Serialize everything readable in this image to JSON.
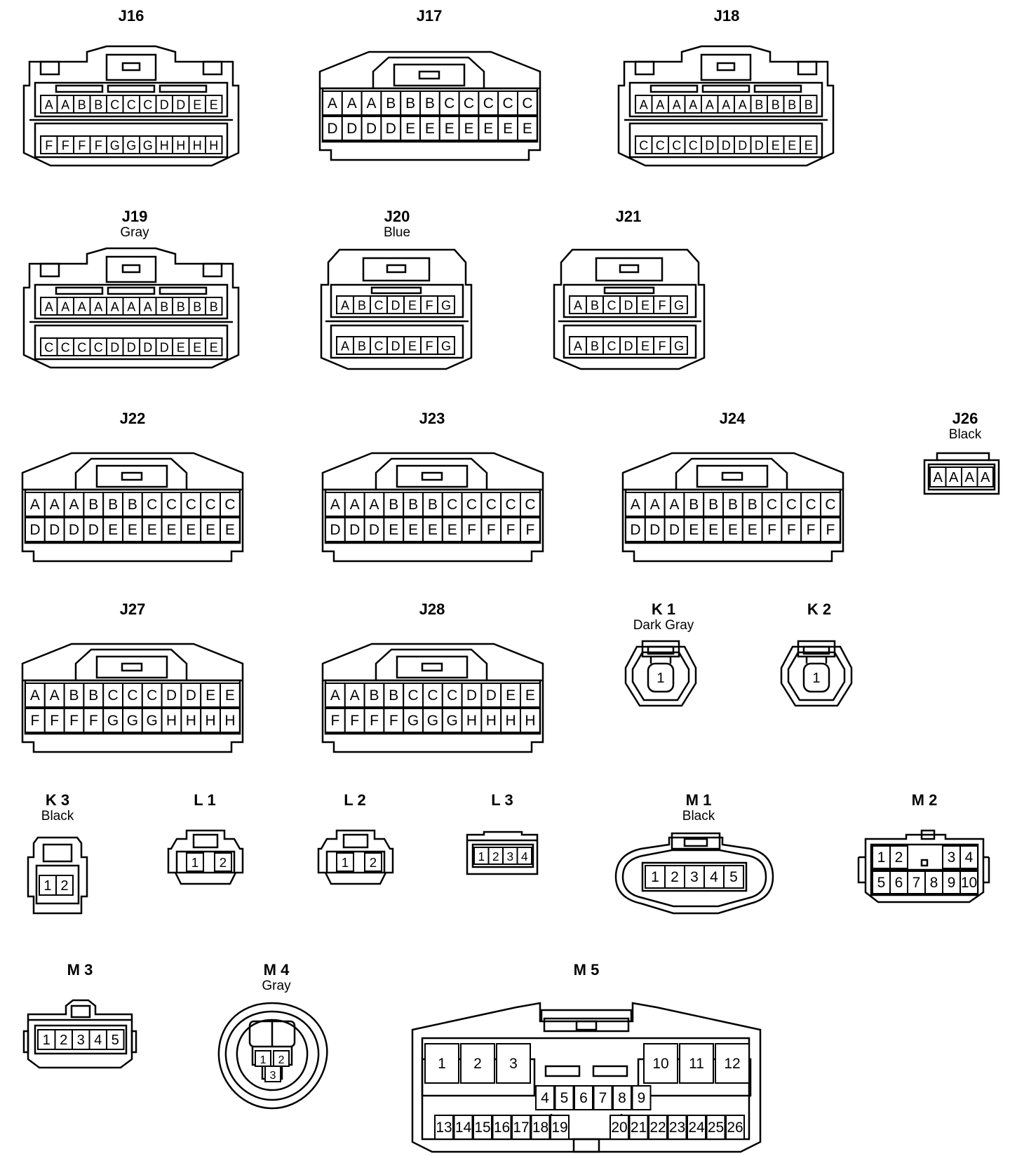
{
  "connectors": {
    "j16": {
      "id": "J16",
      "color": "",
      "rows": [
        [
          "A",
          "A",
          "B",
          "B",
          "C",
          "C",
          "C",
          "D",
          "D",
          "E",
          "E"
        ],
        [
          "F",
          "F",
          "F",
          "F",
          "G",
          "G",
          "G",
          "H",
          "H",
          "H",
          "H"
        ]
      ]
    },
    "j17": {
      "id": "J17",
      "color": "",
      "rows": [
        [
          "A",
          "A",
          "A",
          "B",
          "B",
          "B",
          "C",
          "C",
          "C",
          "C",
          "C"
        ],
        [
          "D",
          "D",
          "D",
          "D",
          "E",
          "E",
          "E",
          "E",
          "E",
          "E",
          "E"
        ]
      ]
    },
    "j18": {
      "id": "J18",
      "color": "",
      "rows": [
        [
          "A",
          "A",
          "A",
          "A",
          "A",
          "A",
          "A",
          "B",
          "B",
          "B",
          "B"
        ],
        [
          "C",
          "C",
          "C",
          "C",
          "D",
          "D",
          "D",
          "D",
          "E",
          "E",
          "E"
        ]
      ]
    },
    "j19": {
      "id": "J19",
      "color": "Gray",
      "rows": [
        [
          "A",
          "A",
          "A",
          "A",
          "A",
          "A",
          "A",
          "B",
          "B",
          "B",
          "B"
        ],
        [
          "C",
          "C",
          "C",
          "C",
          "D",
          "D",
          "D",
          "D",
          "E",
          "E",
          "E"
        ]
      ]
    },
    "j20": {
      "id": "J20",
      "color": "Blue",
      "rows": [
        [
          "A",
          "B",
          "C",
          "D",
          "E",
          "F",
          "G"
        ],
        [
          "A",
          "B",
          "C",
          "D",
          "E",
          "F",
          "G"
        ]
      ]
    },
    "j21": {
      "id": "J21",
      "color": "",
      "rows": [
        [
          "A",
          "B",
          "C",
          "D",
          "E",
          "F",
          "G"
        ],
        [
          "A",
          "B",
          "C",
          "D",
          "E",
          "F",
          "G"
        ]
      ]
    },
    "j22": {
      "id": "J22",
      "color": "",
      "rows": [
        [
          "A",
          "A",
          "A",
          "B",
          "B",
          "B",
          "C",
          "C",
          "C",
          "C",
          "C"
        ],
        [
          "D",
          "D",
          "D",
          "D",
          "E",
          "E",
          "E",
          "E",
          "E",
          "E",
          "E"
        ]
      ]
    },
    "j23": {
      "id": "J23",
      "color": "",
      "rows": [
        [
          "A",
          "A",
          "A",
          "B",
          "B",
          "B",
          "C",
          "C",
          "C",
          "C",
          "C"
        ],
        [
          "D",
          "D",
          "D",
          "E",
          "E",
          "E",
          "E",
          "F",
          "F",
          "F",
          "F"
        ]
      ]
    },
    "j24": {
      "id": "J24",
      "color": "",
      "rows": [
        [
          "A",
          "A",
          "A",
          "B",
          "B",
          "B",
          "B",
          "C",
          "C",
          "C",
          "C"
        ],
        [
          "D",
          "D",
          "D",
          "E",
          "E",
          "E",
          "E",
          "F",
          "F",
          "F",
          "F"
        ]
      ]
    },
    "j26": {
      "id": "J26",
      "color": "Black",
      "rows": [
        [
          "A",
          "A",
          "A",
          "A"
        ]
      ]
    },
    "j27": {
      "id": "J27",
      "color": "",
      "rows": [
        [
          "A",
          "A",
          "B",
          "B",
          "C",
          "C",
          "C",
          "D",
          "D",
          "E",
          "E"
        ],
        [
          "F",
          "F",
          "F",
          "F",
          "G",
          "G",
          "G",
          "H",
          "H",
          "H",
          "H"
        ]
      ]
    },
    "j28": {
      "id": "J28",
      "color": "",
      "rows": [
        [
          "A",
          "A",
          "B",
          "B",
          "C",
          "C",
          "C",
          "D",
          "D",
          "E",
          "E"
        ],
        [
          "F",
          "F",
          "F",
          "F",
          "G",
          "G",
          "G",
          "H",
          "H",
          "H",
          "H"
        ]
      ]
    },
    "k1": {
      "id": "K 1",
      "color": "Dark Gray",
      "pins": [
        "1"
      ]
    },
    "k2": {
      "id": "K 2",
      "color": "",
      "pins": [
        "1"
      ]
    },
    "k3": {
      "id": "K 3",
      "color": "Black",
      "pins": [
        "1",
        "2"
      ]
    },
    "l1": {
      "id": "L 1",
      "color": "",
      "pins": [
        "1",
        "2"
      ]
    },
    "l2": {
      "id": "L 2",
      "color": "",
      "pins": [
        "1",
        "2"
      ]
    },
    "l3": {
      "id": "L 3",
      "color": "",
      "pins": [
        "1",
        "2",
        "3",
        "4"
      ]
    },
    "m1": {
      "id": "M 1",
      "color": "Black",
      "pins": [
        "1",
        "2",
        "3",
        "4",
        "5"
      ]
    },
    "m2": {
      "id": "M 2",
      "color": "",
      "rows": [
        [
          "1",
          "2",
          "",
          "",
          "3",
          "4"
        ],
        [
          "5",
          "6",
          "7",
          "8",
          "9",
          "10"
        ]
      ]
    },
    "m3": {
      "id": "M 3",
      "color": "",
      "pins": [
        "1",
        "2",
        "3",
        "4",
        "5"
      ]
    },
    "m4": {
      "id": "M 4",
      "color": "Gray",
      "pins": [
        "1",
        "2",
        "3"
      ]
    },
    "m5": {
      "id": "M 5",
      "color": "",
      "pins": [
        "1",
        "2",
        "3",
        "4",
        "5",
        "6",
        "7",
        "8",
        "9",
        "10",
        "11",
        "12",
        "13",
        "14",
        "15",
        "16",
        "17",
        "18",
        "19",
        "20",
        "21",
        "22",
        "23",
        "24",
        "25",
        "26"
      ]
    }
  }
}
